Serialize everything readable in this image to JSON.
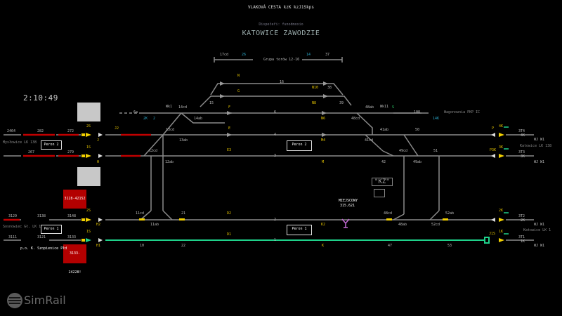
{
  "header": {
    "route": "VLAKOVÁ CESTA kzK kzJ1Skps",
    "dispatcher": "Dispečeři: funodmoxio",
    "station": "KATOWICE ZAWODZIE"
  },
  "clock": "2:10:49",
  "group_label": "Grupa torów 12-16",
  "peron_labels": {
    "p2": "Peron 2",
    "p1": "Peron 1",
    "p2b": "Peron 2",
    "p1b": "Peron 1"
  },
  "kz_label": "\"KZ\"",
  "miejscowy": {
    "line1": "MIEJSCOWY",
    "line2": "315.621"
  },
  "train_numbers": {
    "t1": "3128-42152",
    "t2": "3133-24228!"
  },
  "left_texts": {
    "myslowice": "Mysłowice LK 138",
    "sosnowiec": "Sosnowiec Gł. LK 1",
    "szopienice": "p.o.  K. Szopienice Płd"
  },
  "right_texts": {
    "katowice138": "Katowice LK 138",
    "katowice1": "Katowice LK 1",
    "wagonownia": "Wagonownia PKP IC"
  },
  "labels": [
    {
      "id": "l17cd",
      "text": "17cd"
    },
    {
      "id": "l26",
      "text": "26"
    },
    {
      "id": "l14l",
      "text": "14"
    },
    {
      "id": "l37",
      "text": "37"
    },
    {
      "id": "lN",
      "text": "N"
    },
    {
      "id": "l16",
      "text": "16"
    },
    {
      "id": "lN10",
      "text": "N10"
    },
    {
      "id": "l38",
      "text": "38"
    },
    {
      "id": "lG",
      "text": "G"
    },
    {
      "id": "l15",
      "text": "15"
    },
    {
      "id": "lN8",
      "text": "N8"
    },
    {
      "id": "l39",
      "text": "39"
    },
    {
      "id": "l6a",
      "text": "6a"
    },
    {
      "id": "lWk1",
      "text": "Wk1"
    },
    {
      "id": "l14cd",
      "text": "14cd"
    },
    {
      "id": "lF",
      "text": "F"
    },
    {
      "id": "l6",
      "text": "6"
    },
    {
      "id": "l48ab",
      "text": "48ab"
    },
    {
      "id": "lWk11",
      "text": "Wk11"
    },
    {
      "id": "lS",
      "text": "S"
    },
    {
      "id": "l108",
      "text": "108"
    },
    {
      "id": "l2K",
      "text": "2K"
    },
    {
      "id": "l2",
      "text": "2"
    },
    {
      "id": "l14ab",
      "text": "14ab"
    },
    {
      "id": "lN6",
      "text": "N6"
    },
    {
      "id": "l48cd",
      "text": "48cd"
    },
    {
      "id": "l14K",
      "text": "14K"
    },
    {
      "id": "l2464",
      "text": "2464"
    },
    {
      "id": "l282",
      "text": "282"
    },
    {
      "id": "l272",
      "text": "272"
    },
    {
      "id": "l2S",
      "text": "2S"
    },
    {
      "id": "lJ2",
      "text": "J2"
    },
    {
      "id": "l13cd",
      "text": "13cd"
    },
    {
      "id": "lE",
      "text": "E"
    },
    {
      "id": "l4",
      "text": "4"
    },
    {
      "id": "l41ab",
      "text": "41ab"
    },
    {
      "id": "l50",
      "text": "50"
    },
    {
      "id": "lP",
      "text": "P"
    },
    {
      "id": "l4K",
      "text": "4K"
    },
    {
      "id": "l3T4",
      "text": "3T4"
    },
    {
      "id": "l4Ka",
      "text": "4K"
    },
    {
      "id": "lWJ1",
      "text": "WJ  W1"
    },
    {
      "id": "lJ",
      "text": "J"
    },
    {
      "id": "l13ab",
      "text": "13ab"
    },
    {
      "id": "lM4",
      "text": "M4"
    },
    {
      "id": "l41cd",
      "text": "41cd"
    },
    {
      "id": "l267",
      "text": "267"
    },
    {
      "id": "l279",
      "text": "279"
    },
    {
      "id": "l1S",
      "text": "1S"
    },
    {
      "id": "l12cd",
      "text": "12cd"
    },
    {
      "id": "lE3",
      "text": "E3"
    },
    {
      "id": "l3",
      "text": "3"
    },
    {
      "id": "l49cd",
      "text": "49cd"
    },
    {
      "id": "l51",
      "text": "51"
    },
    {
      "id": "lP3K",
      "text": "P3K"
    },
    {
      "id": "l3K",
      "text": "3K"
    },
    {
      "id": "l3T3",
      "text": "3T3"
    },
    {
      "id": "l3Ka",
      "text": "3K"
    },
    {
      "id": "lWJ2",
      "text": "WJ  W1"
    },
    {
      "id": "lH",
      "text": "H"
    },
    {
      "id": "l12ab",
      "text": "12ab"
    },
    {
      "id": "lM",
      "text": "M"
    },
    {
      "id": "l42",
      "text": "42"
    },
    {
      "id": "l49ab",
      "text": "49ab"
    },
    {
      "id": "l3129",
      "text": "3129"
    },
    {
      "id": "l3138",
      "text": "3138"
    },
    {
      "id": "l3148",
      "text": "3148"
    },
    {
      "id": "l2Sb",
      "text": "2S"
    },
    {
      "id": "l11cd",
      "text": "11cd"
    },
    {
      "id": "l21",
      "text": "21"
    },
    {
      "id": "lD2",
      "text": "D2"
    },
    {
      "id": "l2b",
      "text": "2"
    },
    {
      "id": "l48cdb",
      "text": "48cd"
    },
    {
      "id": "l52ab",
      "text": "52ab"
    },
    {
      "id": "l2Kb",
      "text": "2K"
    },
    {
      "id": "l3T2",
      "text": "3T2"
    },
    {
      "id": "l2Kc",
      "text": "2K"
    },
    {
      "id": "lWJ3",
      "text": "WJ  W1"
    },
    {
      "id": "lH2",
      "text": "H2"
    },
    {
      "id": "l11ab",
      "text": "11ab"
    },
    {
      "id": "lK2",
      "text": "K2"
    },
    {
      "id": "l48ab2",
      "text": "48ab"
    },
    {
      "id": "l52cd",
      "text": "52cd"
    },
    {
      "id": "l3111",
      "text": "3111"
    },
    {
      "id": "l3121",
      "text": "3121"
    },
    {
      "id": "l3133",
      "text": "3133"
    },
    {
      "id": "l1Sb",
      "text": "1S"
    },
    {
      "id": "lD1",
      "text": "D1"
    },
    {
      "id": "l1",
      "text": "1"
    },
    {
      "id": "lJ1S",
      "text": "J1S"
    },
    {
      "id": "l1K",
      "text": "1K"
    },
    {
      "id": "l3T1",
      "text": "3T1"
    },
    {
      "id": "l1Ka",
      "text": "1K"
    },
    {
      "id": "lWJ4",
      "text": "WJ  W1"
    },
    {
      "id": "lH1",
      "text": "H1"
    },
    {
      "id": "l10",
      "text": "10"
    },
    {
      "id": "l22",
      "text": "22"
    },
    {
      "id": "lK",
      "text": "K"
    },
    {
      "id": "l47",
      "text": "47"
    },
    {
      "id": "l53",
      "text": "53"
    }
  ],
  "logo_text": "SimRail",
  "colors": {
    "track": "#8a8a8a",
    "route": "#1fd18a",
    "occupied": "#c00000",
    "signal": "#f2d000",
    "bg": "#000000"
  }
}
